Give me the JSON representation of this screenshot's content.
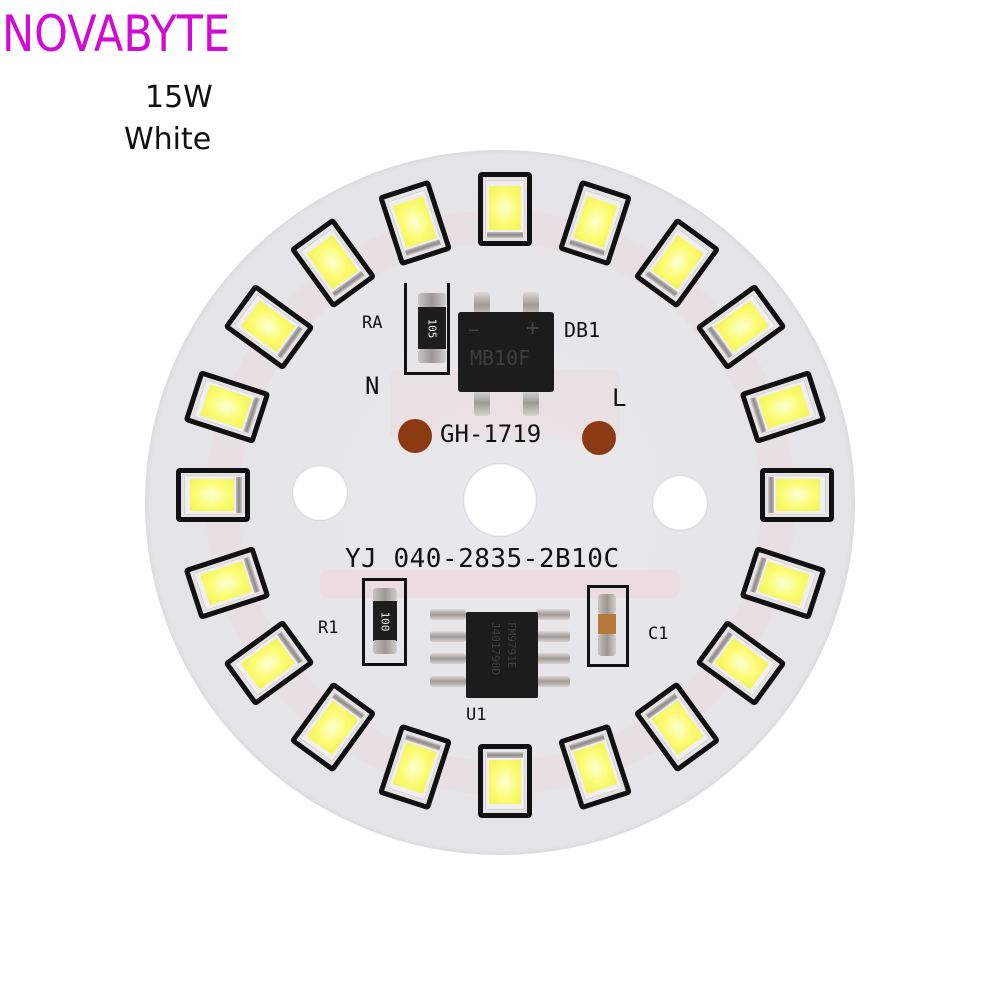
{
  "header": {
    "brand": "NOVABYTE",
    "wattage": "15W",
    "color": "White"
  },
  "colors": {
    "brand": "#d10ad4",
    "board": "#e6e6e9",
    "led_chip": "#fafa6e",
    "silkscreen": "#111111",
    "pad": "#8b3a14"
  },
  "board": {
    "model_code": "YJ 040-2835-2B10C",
    "board_id": "GH-1719",
    "led_count": 20,
    "labels": {
      "ra": "RA",
      "db1": "DB1",
      "n": "N",
      "l": "L",
      "r1": "R1",
      "c1": "C1",
      "u1": "U1"
    },
    "components": {
      "bridge_marking": "MB10F",
      "bridge_minus": "−",
      "bridge_plus": "+",
      "ra_value": "105",
      "r1_value": "100",
      "u1_marking_line1": "FM9791E",
      "u1_marking_line2": "J401790D"
    }
  }
}
